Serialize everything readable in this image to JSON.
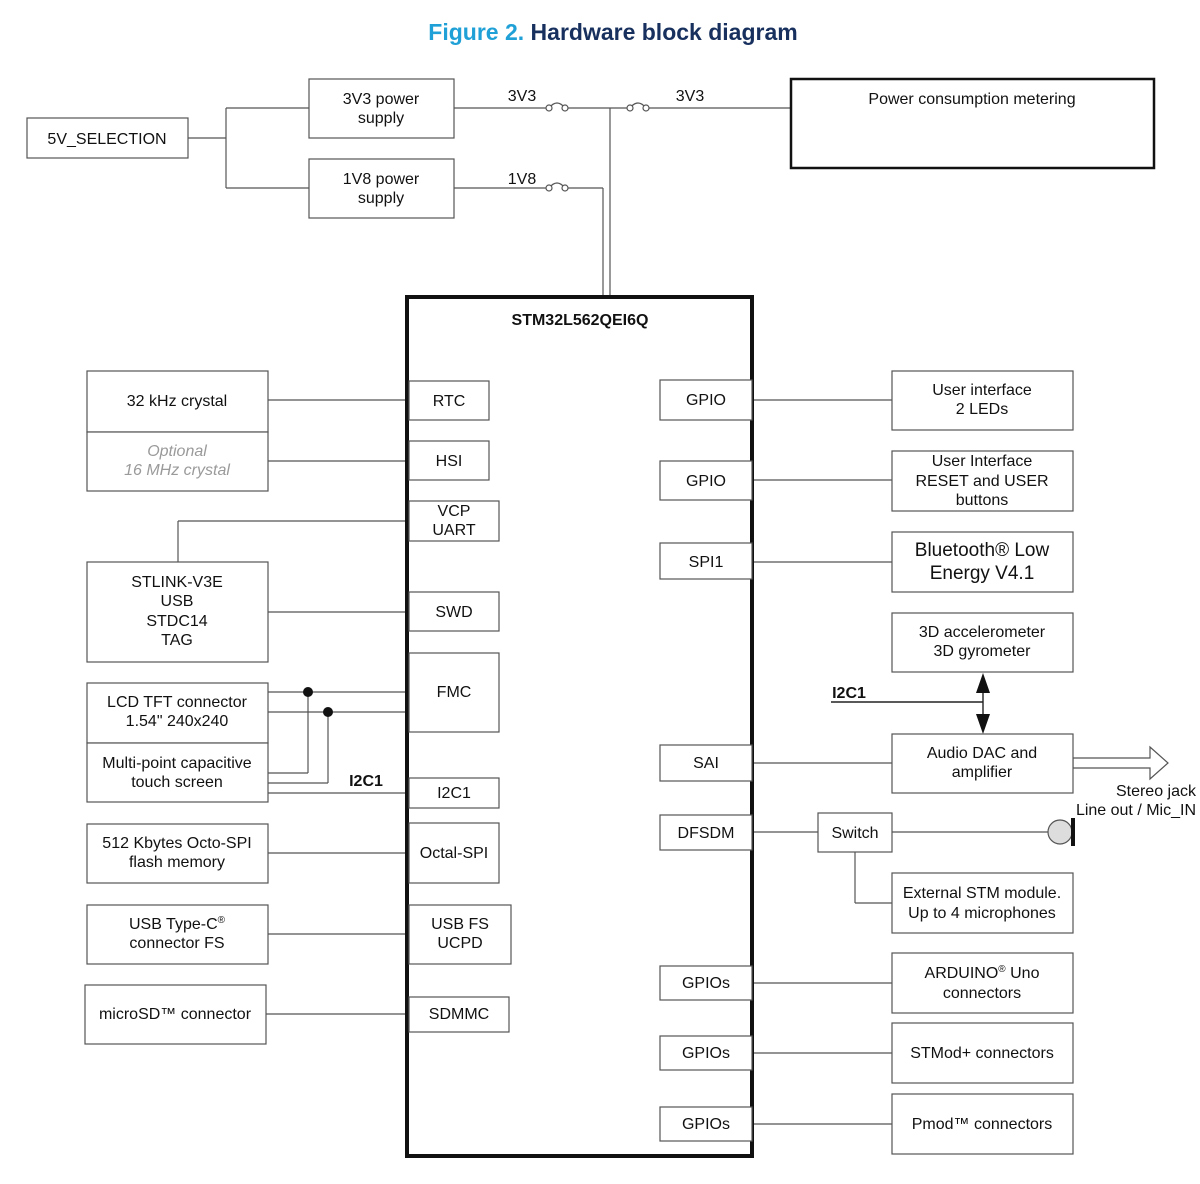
{
  "figure": {
    "label": "Figure 2.",
    "title": "Hardware block diagram",
    "label_color": "#1fa0d6",
    "title_color": "#17305e"
  },
  "power": {
    "selection": "5V_SELECTION",
    "supply_3v3": [
      "3V3 power",
      "supply"
    ],
    "supply_1v8": [
      "1V8 power",
      "supply"
    ],
    "net_3v3": "3V3",
    "net_3v3_b": "3V3",
    "net_1v8": "1V8",
    "metering": "Power consumption metering"
  },
  "mcu": {
    "name": "STM32L562QEI6Q",
    "left_ports": {
      "rtc": "RTC",
      "hsi": "HSI",
      "vcp": [
        "VCP",
        "UART"
      ],
      "swd": "SWD",
      "fmc": "FMC",
      "i2c1": "I2C1",
      "octal_spi": "Octal-SPI",
      "usb": [
        "USB FS",
        "UCPD"
      ],
      "sdmmc": "SDMMC"
    },
    "right_ports": {
      "gpio_1": "GPIO",
      "gpio_2": "GPIO",
      "spi1": "SPI1",
      "sai": "SAI",
      "dfsdm": "DFSDM",
      "gpios_1": "GPIOs",
      "gpios_2": "GPIOs",
      "gpios_3": "GPIOs"
    }
  },
  "left_blocks": {
    "crystal_32k": "32 kHz crystal",
    "crystal_16m": [
      "Optional",
      "16 MHz crystal"
    ],
    "stlink": [
      "STLINK-V3E",
      "USB",
      "STDC14",
      "TAG"
    ],
    "lcd": [
      "LCD TFT connector",
      "1.54\" 240x240"
    ],
    "touch": [
      "Multi-point capacitive",
      "touch screen"
    ],
    "i2c1_label": "I2C1",
    "flash": [
      "512 Kbytes Octo-SPI",
      "flash memory"
    ],
    "usb_c": [
      "USB Type-C",
      "connector FS"
    ],
    "reg_mark": "®",
    "microsd": "microSD™ connector"
  },
  "right_blocks": {
    "leds": [
      "User interface",
      "2 LEDs"
    ],
    "buttons": [
      "User Interface",
      "RESET and USER",
      "buttons"
    ],
    "ble": [
      "Bluetooth® Low",
      "Energy V4.1"
    ],
    "sensors": [
      "3D accelerometer",
      "3D gyrometer"
    ],
    "i2c1_label": "I2C1",
    "audio": [
      "Audio DAC and",
      "amplifier"
    ],
    "stereo": [
      "Stereo jack",
      "Line out / Mic_IN"
    ],
    "switch": "Switch",
    "ext_mic": [
      "External STM module.",
      "Up to 4 microphones"
    ],
    "arduino": [
      "ARDUINO",
      " Uno",
      "connectors"
    ],
    "reg_mark": "®",
    "stmod": "STMod+ connectors",
    "pmod": "Pmod™ connectors"
  }
}
